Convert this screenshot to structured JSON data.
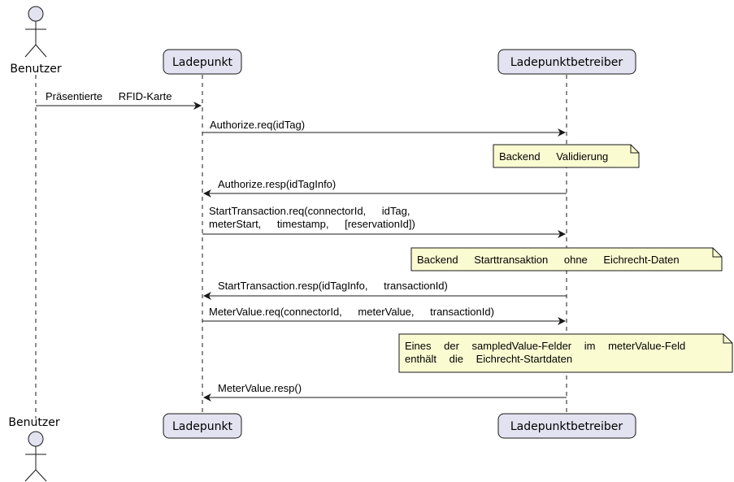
{
  "participants": {
    "actor": "Benutzer",
    "ladepunkt": "Ladepunkt",
    "betreiber": "Ladepunktbetreiber"
  },
  "messages": [
    "Präsentierte RFID-Karte",
    "Authorize.req(idTag)",
    "Authorize.resp(idTagInfo)",
    "StartTransaction.req(connectorId, idTag,",
    "meterStart, timestamp, [reservationId])",
    "StartTransaction.resp(idTagInfo, transactionId)",
    "MeterValue.req(connectorId, meterValue, transactionId)",
    "MeterValue.resp()"
  ],
  "notes": [
    "Backend Validierung",
    "Backend Starttransaktion ohne Eichrecht-Daten",
    "Eines der sampledValue-Felder im meterValue-Feld",
    "enthält die Eichrecht-Startdaten"
  ],
  "colors": {
    "participant_fill": "#e2e2f0",
    "note_fill": "#fbfbd2",
    "stroke": "#181818"
  }
}
